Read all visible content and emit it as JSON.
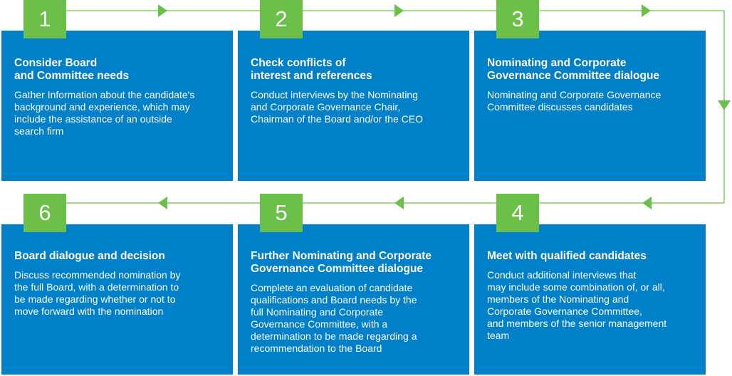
{
  "colors": {
    "box": "#0080c9",
    "badge": "#6cc04a",
    "connector": "#6cc04a",
    "text": "#ffffff"
  },
  "steps": [
    {
      "number": "1",
      "title": "Consider Board\nand Committee needs",
      "description": "Gather Information about the candidate's\nbackground and experience, which may\ninclude the assistance of an outside\nsearch firm"
    },
    {
      "number": "2",
      "title": "Check conflicts of\ninterest and references",
      "description": "Conduct interviews by the Nominating\nand Corporate Governance Chair,\nChairman of the Board and/or the CEO"
    },
    {
      "number": "3",
      "title": "Nominating and Corporate\nGovernance Committee dialogue",
      "description": "Nominating and Corporate Governance\nCommittee discusses candidates"
    },
    {
      "number": "4",
      "title": "Meet with qualified candidates",
      "description": "Conduct additional interviews that\nmay include some combination of, or all,\nmembers of the Nominating and\nCorporate Governance Committee,\nand members of the senior management\nteam"
    },
    {
      "number": "5",
      "title": "Further Nominating and Corporate\nGovernance Committee dialogue",
      "description": "Complete an evaluation of candidate\nqualifications and Board needs by the\nfull  Nominating and Corporate\nGovernance  Committee, with a\ndetermination to be made  regarding a\nrecommendation to the Board"
    },
    {
      "number": "6",
      "title": "Board dialogue and decision",
      "description": "Discuss recommended nomination by\nthe full Board, with a determination to\nbe made regarding whether or not to\nmove forward with the nomination"
    }
  ]
}
